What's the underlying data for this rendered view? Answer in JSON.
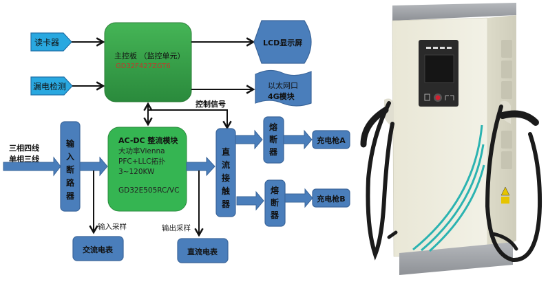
{
  "colors": {
    "blue_block": "#4a7ebb",
    "blue_border": "#3a659a",
    "light_blue": "#29a8e0",
    "green_dark": "#2e8b3e",
    "green_light": "#3fae4f",
    "green_module": "#35b552",
    "red_text": "#c0392b",
    "arrow": "#111111"
  },
  "main_board": {
    "title": "主控板 （监控单元）",
    "chip": "GD32F427ZGT6"
  },
  "inputs": {
    "card_reader": "读卡器",
    "leakage_detect": "漏电检测"
  },
  "outputs": {
    "lcd": "LCD显示屏",
    "network_line1": "以太网口",
    "network_line2": "4G模块"
  },
  "control_signal": "控制信号",
  "power_input": {
    "line1": "三相四线",
    "line2": "单相三线"
  },
  "input_breaker": [
    "输",
    "入",
    "断",
    "路",
    "器"
  ],
  "acdc_module": {
    "title": "AC-DC 整流模块",
    "line1": "大功率Vienna",
    "line2": "PFC+LLC拓扑",
    "line3": "3~120KW",
    "chip": "GD32E505RC/VC"
  },
  "dc_contactor": [
    "直",
    "流",
    "接",
    "触",
    "器"
  ],
  "fuse": [
    "熔",
    "断",
    "器"
  ],
  "guns": {
    "a": "充电枪A",
    "b": "充电枪B"
  },
  "sampling": {
    "input": "输入采样",
    "output": "输出采样"
  },
  "meters": {
    "ac": "交流电表",
    "dc": "直流电表"
  }
}
